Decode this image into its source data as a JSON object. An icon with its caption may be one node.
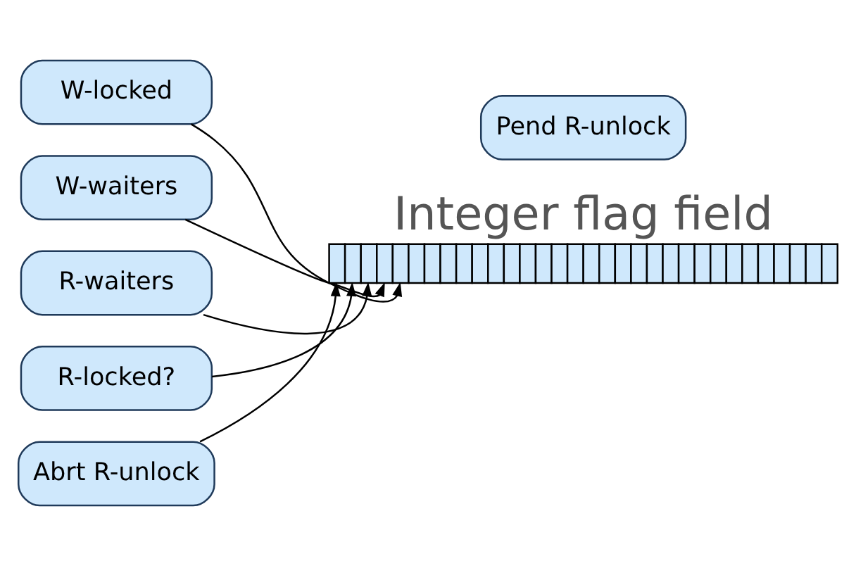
{
  "diagram": {
    "nodes": [
      {
        "text": [
          "Integer flag field"
        ]
      },
      {
        "text": [
          "W-locked"
        ]
      },
      {
        "text": [
          "W-waiters"
        ]
      },
      {
        "text": [
          "R-waiters"
        ]
      },
      {
        "text": [
          "R-locked?"
        ]
      },
      {
        "text": [
          "Abrt R-unlock"
        ]
      },
      {
        "text": [
          "Pend R-unlock"
        ]
      }
    ],
    "edges": [
      {
        "from": 1,
        "to": 0,
        "arrow": "to"
      },
      {
        "from": 2,
        "to": 0,
        "arrow": "to"
      },
      {
        "from": 3,
        "to": 0,
        "arrow": "to"
      },
      {
        "from": 4,
        "to": 0,
        "arrow": "to"
      },
      {
        "from": 5,
        "to": 0,
        "arrow": "to"
      }
    ]
  }
}
